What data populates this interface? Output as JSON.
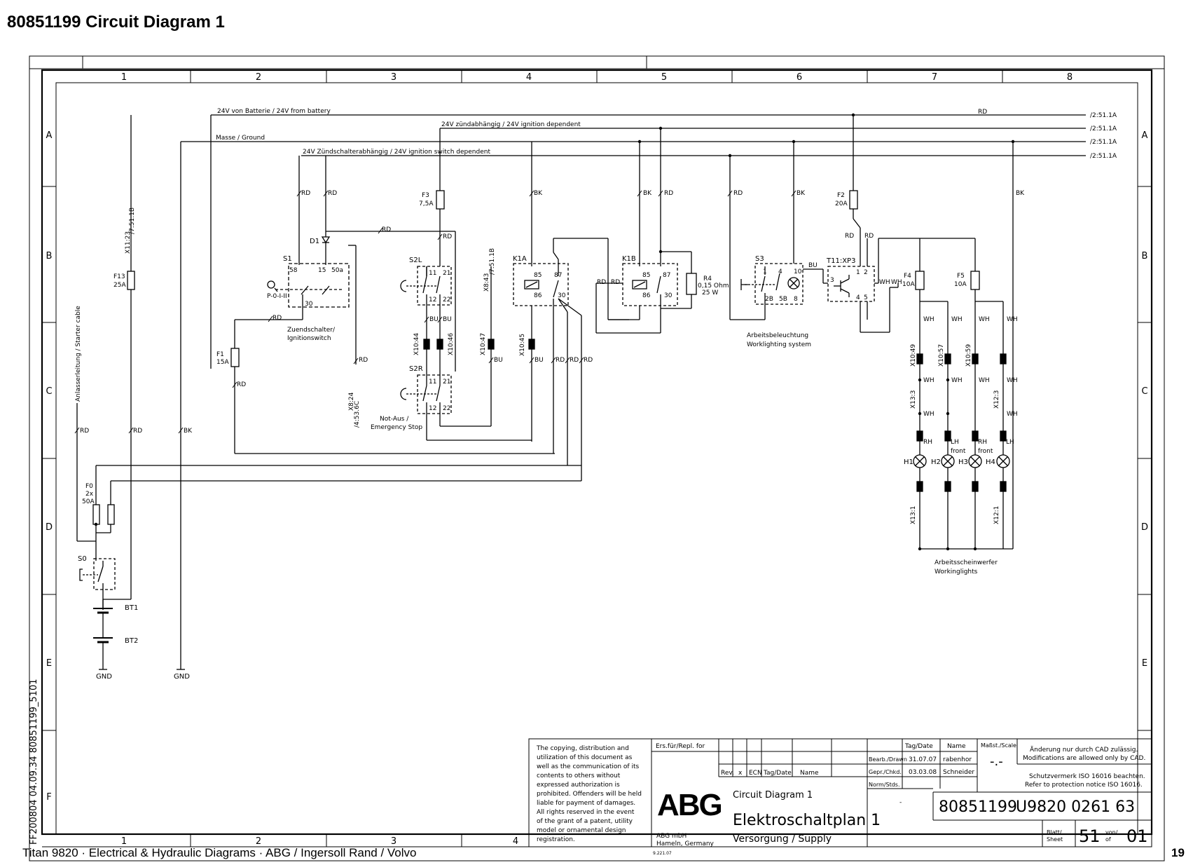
{
  "page_title": "80851199  Circuit Diagram 1",
  "footer": {
    "left": "Titan 9820  ·  Electrical & Hydraulic Diagrams  ·  ABG / Ingersoll Rand / Volvo",
    "page_number": "19"
  },
  "grid": {
    "columns": [
      "1",
      "2",
      "3",
      "4",
      "5",
      "6",
      "7",
      "8"
    ],
    "rows": [
      "A",
      "B",
      "C",
      "D",
      "E",
      "F"
    ]
  },
  "bus_lines": {
    "battery": "24V von Batterie / 24V from battery",
    "ignition": "24V zündabhängig / 24V ignition dependent",
    "ground": "Masse / Ground",
    "ignition_switch": "24V Zündschalterabhängig / 24V ignition switch dependent",
    "refs": [
      "/2:51.1A",
      "/2:51.1A",
      "/2:51.1A",
      "/2:51.1A"
    ]
  },
  "wire_colors": {
    "rd": "RD",
    "bk": "BK",
    "bu": "BU",
    "wh": "WH"
  },
  "components": {
    "s0": "S0",
    "bt1": "BT1",
    "bt2": "BT2",
    "gnd": "GND",
    "f0": [
      "F0",
      "2x",
      "50A"
    ],
    "f13": [
      "F13",
      "25A"
    ],
    "f1": [
      "F1",
      "15A"
    ],
    "x11_23": "X11:23",
    "ref_7_51_1b": "/7:51.1B",
    "starter_cable": "Anlasserleitung / Starter cable",
    "s1": "S1",
    "s1_positions": "P-0-I-II",
    "s1_label": [
      "Zuendschalter/",
      "Ignitionswitch"
    ],
    "s1_terminals": [
      "58",
      "15",
      "50a",
      "30"
    ],
    "d1": "D1",
    "x8_24": "X8:24",
    "ref_4_53_6c": "/4:53.6C",
    "f3": [
      "F3",
      "7,5A"
    ],
    "s2l": "S2L",
    "s2r": "S2R",
    "s2_terminals": [
      "11",
      "21",
      "12",
      "22"
    ],
    "emergency": [
      "Not-Aus /",
      "Emergency Stop"
    ],
    "x10_44": "X10:44",
    "x10_46": "X10:46",
    "x10_47": "X10:47",
    "x10_45": "X10:45",
    "x8_43": "X8:43",
    "k1a": "K1A",
    "k1b": "K1B",
    "relay_terminals": [
      "85",
      "87",
      "86",
      "30"
    ],
    "r4": [
      "R4",
      "0,15 Ohm",
      "25 W"
    ],
    "s3": "S3",
    "s3_terminals": [
      "1",
      "4",
      "10",
      "2B",
      "5B",
      "8"
    ],
    "worklight_system": [
      "Arbeitsbeleuchtung",
      "Worklighting system"
    ],
    "f2": [
      "F2",
      "20A"
    ],
    "t11": "T11:XP3",
    "t11_terminals": [
      "1",
      "2",
      "3",
      "4",
      "5"
    ],
    "f4": [
      "F4",
      "10A"
    ],
    "f5": [
      "F5",
      "10A"
    ],
    "x10_49": "X10:49",
    "x10_57": "X10:57",
    "x10_59": "X10:59",
    "x13_3": "X13:3",
    "x12_3": "X12:3",
    "x13_1": "X13:1",
    "x12_1": "X12:1",
    "lamps": [
      "H1",
      "H2",
      "H3",
      "H4"
    ],
    "lamp_tags": [
      "RH",
      "LH",
      "RH",
      "LH"
    ],
    "front": "front",
    "worklights": [
      "Arbeitsscheinwerfer",
      "Workinglights"
    ]
  },
  "title_block": {
    "copyright": [
      "The copying, distribution and",
      "utilization of this document as",
      "well as the communication of its",
      "contents to others without",
      "expressed authorization is",
      "prohibited. Offenders will be held",
      "liable for payment of damages.",
      "All rights reserved in the event",
      "of the grant of a patent, utility",
      "model or ornamental design",
      "registration."
    ],
    "ers_fur": "Ers.für/Repl. for",
    "logo": "ABG",
    "company": [
      "ABG mbH",
      "Hameln, Germany"
    ],
    "code": "9.221.07",
    "rev_headers": [
      "Rev.",
      "x",
      "ECN",
      "Tag/Date",
      "Name"
    ],
    "tag_date": "Tag/Date",
    "name": "Name",
    "scale": "Maßst./Scale",
    "scale_value": "-.-",
    "bearb": "Bearb./Drawn",
    "bearb_date": "31.07.07",
    "bearb_name": "rabenhor",
    "gepr": "Gepr./Chkd.",
    "gepr_date": "03.03.08",
    "gepr_name": "Schneider",
    "norm": "Norm/Stds.",
    "norm_value": "-",
    "cad_note": [
      "Änderung nur durch CAD zulässig.",
      "Modifications are allowed only by CAD."
    ],
    "protection": [
      "Schutzvermerk ISO 16016 beachten.",
      "Refer to protection notice ISO 16016."
    ],
    "title_small": "Circuit Diagram 1",
    "title_large": "Elektroschaltplan 1",
    "subtitle": "Versorgung / Supply",
    "doc_number": "80851199",
    "part_number": "U9820 0261 63",
    "sheet_label": [
      "Blatt/",
      "Sheet"
    ],
    "sheet": "51",
    "of_label": [
      "von/",
      "of"
    ],
    "of": "01"
  },
  "side_code": "FF200804 04.09.34 80851199_5101"
}
